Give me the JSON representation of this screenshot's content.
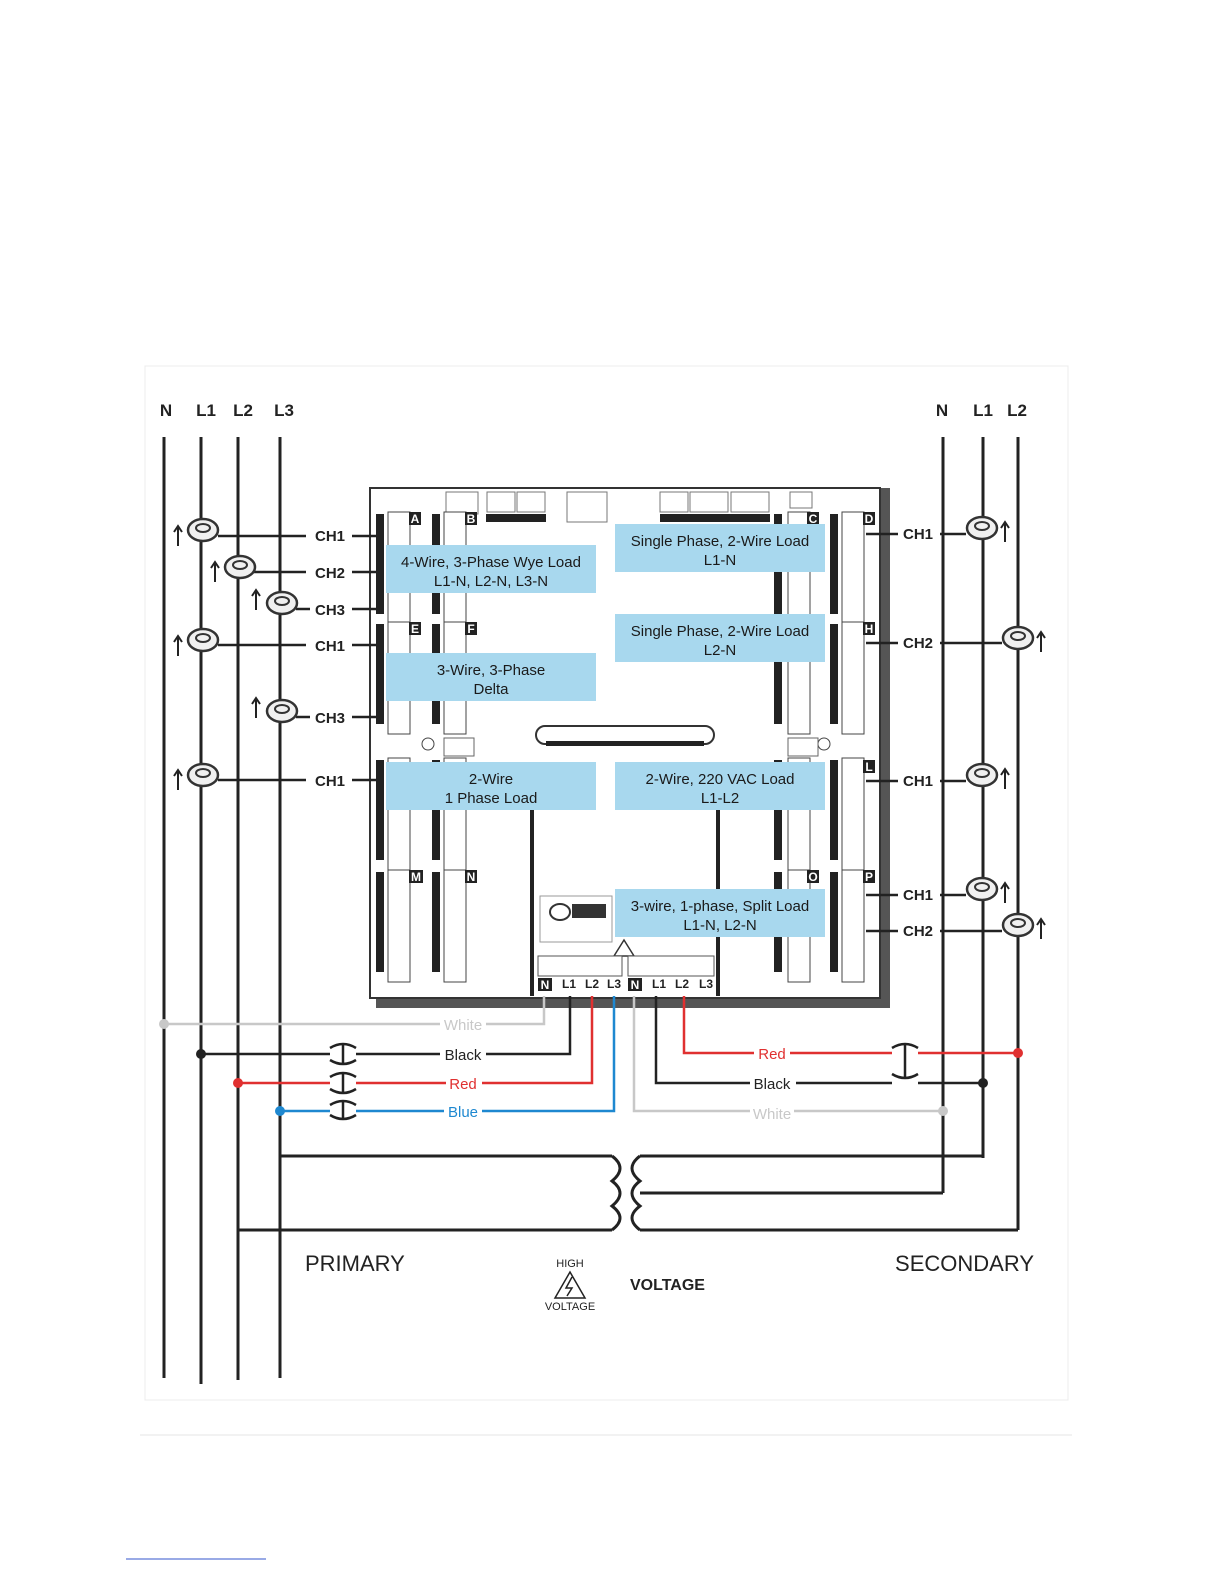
{
  "primary_lines": [
    "N",
    "L1",
    "L2",
    "L3"
  ],
  "secondary_lines": [
    "N",
    "L1",
    "L2"
  ],
  "left_channels": [
    "CH1",
    "CH2",
    "CH3",
    "CH1",
    "CH3",
    "CH1"
  ],
  "right_channels": [
    "CH1",
    "CH2",
    "CH1",
    "CH1",
    "CH2"
  ],
  "config_boxes": [
    [
      "4-Wire, 3-Phase Wye Load",
      "L1-N, L2-N, L3-N"
    ],
    [
      "Single Phase, 2-Wire Load",
      "L1-N"
    ],
    [
      "3-Wire, 3-Phase",
      "Delta"
    ],
    [
      "Single Phase, 2-Wire Load",
      "L2-N"
    ],
    [
      "2-Wire",
      "1 Phase Load"
    ],
    [
      "2-Wire, 220 VAC Load",
      "L1-L2"
    ],
    [
      "3-wire, 1-phase, Split Load",
      "L1-N, L2-N"
    ]
  ],
  "terminal_labels": [
    "N",
    "L1",
    "L2",
    "L3",
    "N",
    "L1",
    "L2",
    "L3"
  ],
  "block_letters": [
    "A",
    "B",
    "C",
    "D",
    "E",
    "F",
    "H",
    "L",
    "M",
    "N",
    "O",
    "P"
  ],
  "wires_left": [
    "White",
    "Black",
    "Red",
    "Blue"
  ],
  "wires_right": [
    "Red",
    "Black",
    "White"
  ],
  "labels": {
    "primary": "PRIMARY",
    "secondary": "SECONDARY",
    "high": "HIGH",
    "voltage_small": "VOLTAGE",
    "voltage": "VOLTAGE"
  },
  "colors": {
    "line": "#222222",
    "box": "#a8d8ee",
    "red": "#e03030",
    "blue": "#1e88d0",
    "white_wire": "#c8c8c8",
    "panel_border": "#333333"
  }
}
